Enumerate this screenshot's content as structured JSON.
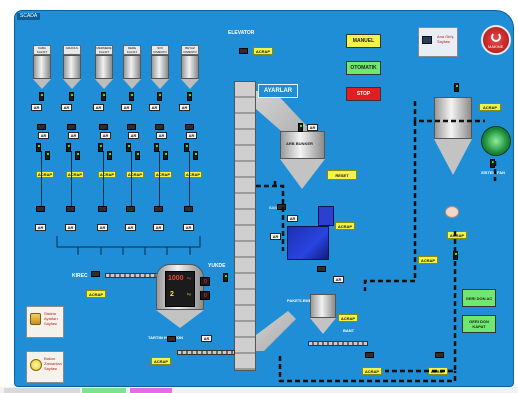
{
  "window": {
    "title_badge": "SCADA"
  },
  "silos": [
    {
      "label": "KABA KALSIT"
    },
    {
      "label": "GRANUL"
    },
    {
      "label": "MERMERE KALSIT"
    },
    {
      "label": "DERE KALSIT"
    },
    {
      "label": "SIVI CIMENTO"
    },
    {
      "label": "BEYAZ CIMENTO"
    }
  ],
  "common": {
    "ar": "AR",
    "acrap": "ACRAP"
  },
  "elevator": {
    "label": "ELEVATOR"
  },
  "ayarlar": {
    "label": "AYARLAR"
  },
  "modes": {
    "manuel": "MANUEL",
    "otomatik": "OTOMATIK",
    "stop": "STOP"
  },
  "ana_giris": {
    "label": "Ana Giriş Sayfası"
  },
  "power": {
    "label": "MAKINE"
  },
  "arb_bunker": {
    "label": "ARB BUNKER"
  },
  "reset": {
    "label": "RESET"
  },
  "mikser": {
    "label": "MIKSER"
  },
  "sistem_fan": {
    "label": "SİSTEM FAN"
  },
  "kirec": {
    "label": "KIREC"
  },
  "yukde": {
    "label": "YUKDE"
  },
  "scale": {
    "reading1": "1000",
    "unit1": "Kg",
    "reading2": "2",
    "unit2": "Kg"
  },
  "pak": {
    "label": "PAKETLEME"
  },
  "bant": {
    "label": "BANT"
  },
  "geri_don_ac": {
    "label": "GERI DON AC"
  },
  "geri_don_kapat": {
    "label": "GERI DON KAPAT"
  },
  "tartim": {
    "label": "TARTIM HELEZON"
  },
  "side_buttons": [
    {
      "label": "Sistem Ayarları Sayfası",
      "icon": "settings-icon"
    },
    {
      "label": "Bakım Zamanları Sayfası",
      "icon": "clock-icon"
    }
  ],
  "colors": {
    "panel_bg": "#1f8ed6",
    "accent_yellow": "#f3f24a",
    "stop_red": "#e02020",
    "geri_green": "#6fe86f"
  }
}
